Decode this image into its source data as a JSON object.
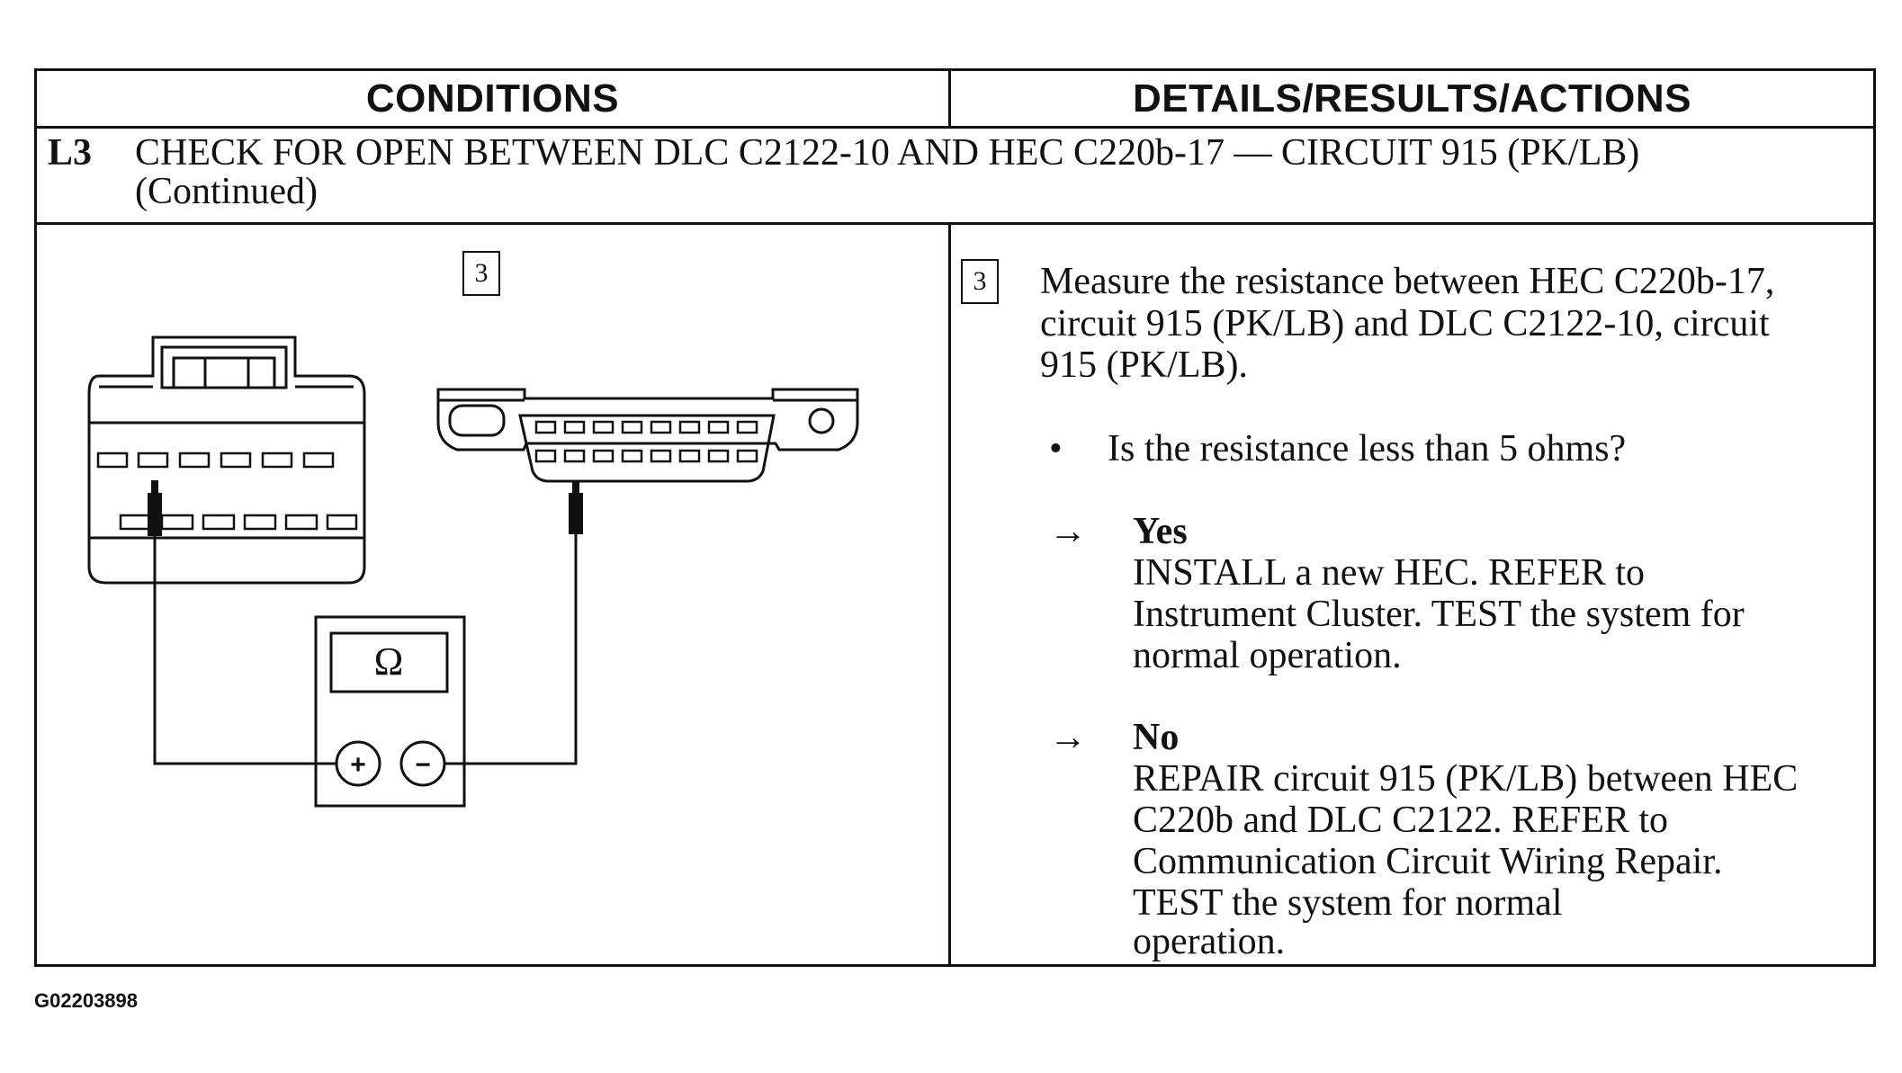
{
  "table": {
    "header_conditions": "CONDITIONS",
    "header_details": "DETAILS/RESULTS/ACTIONS"
  },
  "step": {
    "number": "L3",
    "title": "CHECK FOR OPEN BETWEEN DLC C2122-10 AND HEC C220b-17 — CIRCUIT 915 (PK/LB)",
    "continued": "(Continued)"
  },
  "diagram": {
    "step_ref": "3",
    "meter_symbol": "Ω",
    "plus_symbol": "+",
    "minus_symbol": "−"
  },
  "details": {
    "step_ref": "3",
    "instruction_lines": [
      "Measure the resistance between HEC C220b-17,",
      "circuit 915 (PK/LB) and DLC C2122-10, circuit",
      "915 (PK/LB)."
    ],
    "bullet": "•",
    "question": "Is the resistance less than 5 ohms?",
    "arrow": "→",
    "yes_label": "Yes",
    "yes_lines": [
      "INSTALL a new HEC.  REFER to",
      "Instrument Cluster.  TEST the system for",
      "normal operation."
    ],
    "no_label": "No",
    "no_lines": [
      "REPAIR circuit 915 (PK/LB) between HEC",
      "C220b and DLC C2122. REFER to",
      "Communication Circuit Wiring Repair.",
      "TEST the system for normal",
      "operation."
    ]
  },
  "figure_id": "G02203898"
}
